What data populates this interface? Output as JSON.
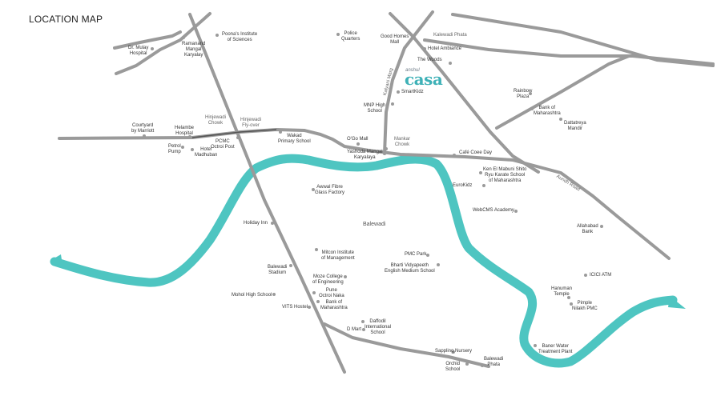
{
  "title": "LOCATION MAP",
  "brand": {
    "small": "anshul",
    "name": "casa",
    "color": "#3eb1b7"
  },
  "colors": {
    "road": "#9a9a9a",
    "river": "#4ec5c1",
    "text": "#333333"
  },
  "road_labels": [
    {
      "key": "hinjewadi_chowk",
      "text": "Hinjewadi\nChowk"
    },
    {
      "key": "hinjewadi_flyover",
      "text": "Hinjewadi\nFly-over"
    },
    {
      "key": "kalewadi_phata",
      "text": "Kalewadi Phata"
    },
    {
      "key": "mankar_chowk",
      "text": "Mankar\nChowk"
    },
    {
      "key": "kalyani_marg",
      "text": "Kalyani Marg"
    },
    {
      "key": "aundh_road",
      "text": "Aundh Road"
    }
  ],
  "areas": [
    {
      "key": "balewadi",
      "text": "Balewadi"
    }
  ],
  "landmarks": [
    {
      "key": "dr_mulay_hospital",
      "text": "Dr. Mulay\nHospital"
    },
    {
      "key": "ramanand_mangal_karyalay",
      "text": "Ramanand\nMangal\nKaryalay"
    },
    {
      "key": "poonas_institute",
      "text": "Poona's Institute\nof Sciences"
    },
    {
      "key": "police_quarters",
      "text": "Police\nQuarters"
    },
    {
      "key": "good_homes_mall",
      "text": "Good Homes\nMall"
    },
    {
      "key": "hotel_ambiance",
      "text": "Hotel Ambiance"
    },
    {
      "key": "the_woods",
      "text": "The Woods"
    },
    {
      "key": "smartkidz",
      "text": "SmartKidz"
    },
    {
      "key": "mnp_high_school",
      "text": "MNP High\nSchool"
    },
    {
      "key": "rainbow_plaza",
      "text": "Rainbow\nPlaza"
    },
    {
      "key": "bank_of_maharashtra_1",
      "text": "Bank of\nMaharashtra"
    },
    {
      "key": "dattatreya_mandir",
      "text": "Dattatreya\nMandir"
    },
    {
      "key": "courtyard_marriott",
      "text": "Courtyard\nby Marriott"
    },
    {
      "key": "helambe_hospital",
      "text": "Helambe\nHospital"
    },
    {
      "key": "petrol_pump",
      "text": "Petrol\nPump"
    },
    {
      "key": "hotel_madhuban",
      "text": "Hotel\nMadhuban"
    },
    {
      "key": "pcmc_octroi_post",
      "text": "PCMC\nOctroi Post"
    },
    {
      "key": "wakad_primary_school",
      "text": "Wakad\nPrimary School"
    },
    {
      "key": "ogo_mall",
      "text": "O'Go Mall"
    },
    {
      "key": "yashoda_mangal_karyalaya",
      "text": "Yashoda Mangal\nKaryalaya"
    },
    {
      "key": "cafe_coee_day",
      "text": "Café Coee Day"
    },
    {
      "key": "ken_el_mabuni",
      "text": "Ken El Mabuni Shito\nRyu Karate School\nof Maharashtra"
    },
    {
      "key": "eurokidz",
      "text": "EuroKidz"
    },
    {
      "key": "awwal_fibre",
      "text": "Awwal Fibre\nGlass Factory"
    },
    {
      "key": "webcms_academy",
      "text": "WebCMS Academy"
    },
    {
      "key": "holiday_inn",
      "text": "Holiday Inn"
    },
    {
      "key": "allahabad_bank",
      "text": "Allahabad\nBank"
    },
    {
      "key": "mitcon_institute",
      "text": "Mitcon Institute\nof Management"
    },
    {
      "key": "pmc_park",
      "text": "PMC Park"
    },
    {
      "key": "bharti_vidyapeeth",
      "text": "Bharti Vidyapeeth\nEnglish Medium School"
    },
    {
      "key": "balewadi_stadium",
      "text": "Balewadi\nStadium"
    },
    {
      "key": "moze_college",
      "text": "Moze College\nof Engineering"
    },
    {
      "key": "icici_atm",
      "text": "ICICI ATM"
    },
    {
      "key": "mohol_high_school",
      "text": "Mohol High School"
    },
    {
      "key": "pune_octroi_naka",
      "text": "Pune\nOctroi Naka"
    },
    {
      "key": "hanuman_temple",
      "text": "Hanuman\nTemple"
    },
    {
      "key": "pimple_nilakh_pmc",
      "text": "Pimple\nNilakh PMC"
    },
    {
      "key": "vits_hostel",
      "text": "VITS Hostel"
    },
    {
      "key": "bank_of_maharashtra_2",
      "text": "Bank of\nMaharashtra"
    },
    {
      "key": "daffodil_school",
      "text": "Daffodil\nInternational\nSchool"
    },
    {
      "key": "d_mart",
      "text": "D Mart"
    },
    {
      "key": "baner_water",
      "text": "Baner Water\nTreatment Plant"
    },
    {
      "key": "sappling_nursery",
      "text": "Sappling Nursery"
    },
    {
      "key": "orchid_school",
      "text": "Orchid\nSchool"
    },
    {
      "key": "balewadi_phata",
      "text": "Balewadi\nPhata"
    }
  ]
}
